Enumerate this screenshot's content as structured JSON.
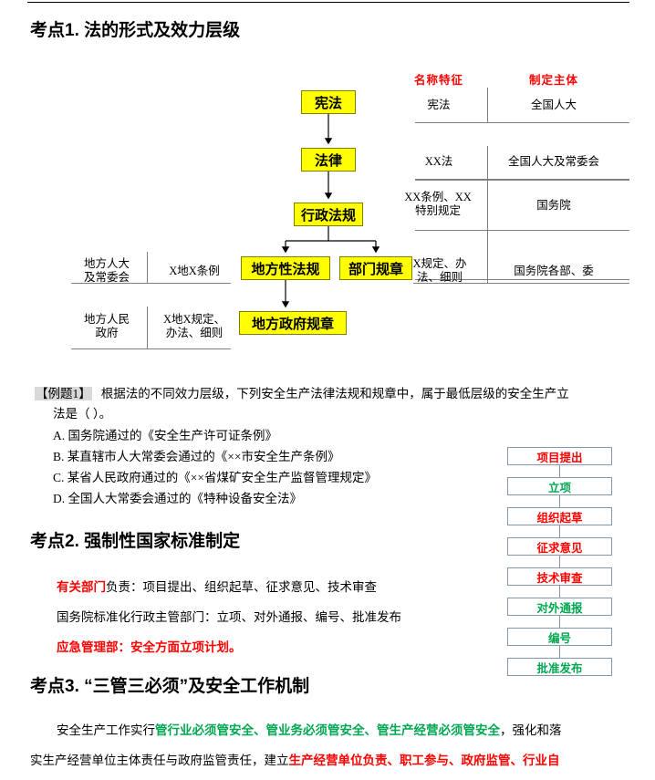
{
  "sections": {
    "kaodian1": {
      "heading": "考点1. 法的形式及效力层级"
    },
    "kaodian2": {
      "heading": "考点2. 强制性国家标准制定"
    },
    "kaodian3": {
      "heading": "考点3. “三管三必须”及安全工作机制"
    }
  },
  "hierarchy_diagram": {
    "boxes": [
      {
        "id": "xianfa",
        "label": "宪法"
      },
      {
        "id": "falv",
        "label": "法律"
      },
      {
        "id": "xzfg",
        "label": "行政法规"
      },
      {
        "id": "dfxfg",
        "label": "地方性法规"
      },
      {
        "id": "bmgz",
        "label": "部门规章"
      },
      {
        "id": "dfzfgz",
        "label": "地方政府规章"
      }
    ],
    "right_table": {
      "headers": {
        "name_feature": "名称特征",
        "maker": "制定主体"
      },
      "rows": [
        {
          "name_feature": "宪法",
          "maker": "全国人大"
        },
        {
          "name_feature": "XX法",
          "maker": "全国人大及常委会"
        },
        {
          "name_feature": "XX条例、XX\n特别规定",
          "maker": "国务院"
        },
        {
          "name_feature": "X规定、办\n法、细则",
          "maker": "国务院各部、委"
        }
      ]
    },
    "left_table": {
      "rows": [
        {
          "maker": "地方人大\n及常委会",
          "name_feature": "X地X条例"
        },
        {
          "maker": "地方人民\n政府",
          "name_feature": "X地X规定、\n办法、细则"
        }
      ]
    }
  },
  "example_question": {
    "tag": "【例题1】",
    "line1": "根据法的不同效力层级，下列安全生产法律法规和规章中，属于最低层级的安全生产立",
    "line2": "法是（    ）。",
    "options": [
      "A. 国务院通过的《安全生产许可证条例》",
      "B. 某直辖市人大常委会通过的《××市安全生产条例》",
      "C. 某省人民政府通过的《××省煤矿安全生产监督管理规定》",
      "D. 全国人大常委会通过的《特种设备安全法》"
    ]
  },
  "kaodian2_body": {
    "line1": {
      "emphasis": "有关部门",
      "rest": "负责：项目提出、组织起草、征求意见、技术审查"
    },
    "line2": {
      "text": "国务院标准化行政主管部门：立项、对外通报、编号、批准发布"
    },
    "line3": {
      "emphasis": "应急管理部：安全方面立项计划。"
    }
  },
  "standard_flow": {
    "steps": [
      {
        "label": "项目提出",
        "color": "#ff0000"
      },
      {
        "label": "立项",
        "color": "#00a651"
      },
      {
        "label": "组织起草",
        "color": "#ff0000"
      },
      {
        "label": "征求意见",
        "color": "#ff0000"
      },
      {
        "label": "技术审查",
        "color": "#ff0000"
      },
      {
        "label": "对外通报",
        "color": "#00a651"
      },
      {
        "label": "编号",
        "color": "#00a651"
      },
      {
        "label": "批准发布",
        "color": "#00a651"
      }
    ]
  },
  "kaodian3_body": {
    "l1_a": "安全生产工作实行",
    "l1_green": "管行业必须管安全、管业务必须管安全、管生产经营必须管安全",
    "l1_b": "，强化和落",
    "l2_a": "实生产经营单位主体责任与政府监管责任，建立",
    "l2_red": "生产经营单位负责、职工参与、政府监管、行业自"
  },
  "colors": {
    "highlight_yellow": "#ffff00",
    "accent_red": "#ff0000",
    "accent_green": "#00a651",
    "flow_border": "#8496b0",
    "rule_gray": "#808080"
  }
}
